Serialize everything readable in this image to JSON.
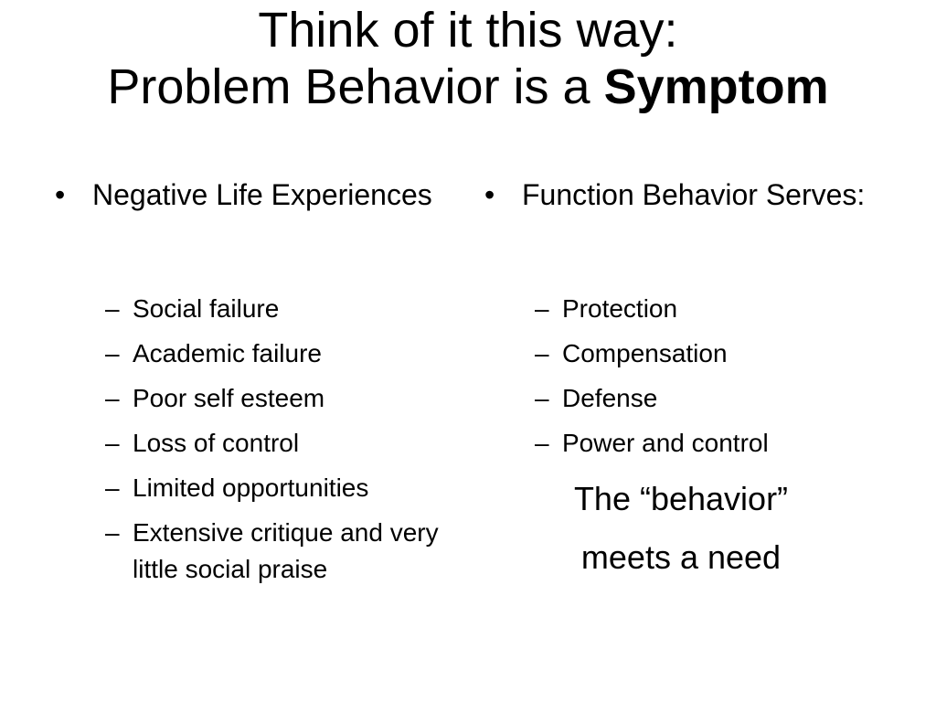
{
  "title": {
    "line1": "Think of it this way:",
    "line2_prefix": "Problem Behavior is a ",
    "line2_bold": "Symptom"
  },
  "left": {
    "bullet": "Negative Life Experiences",
    "items": [
      "Social failure",
      "Academic failure",
      "Poor self esteem",
      "Loss of control",
      "Limited opportunities",
      "Extensive critique and very little social praise"
    ]
  },
  "right": {
    "bullet": "Function Behavior Serves:",
    "items": [
      "Protection",
      "Compensation",
      "Defense",
      "Power and control"
    ],
    "callout_line1": "The “behavior”",
    "callout_line2": "meets a need"
  },
  "symbols": {
    "bullet": "•",
    "dash": "–"
  }
}
